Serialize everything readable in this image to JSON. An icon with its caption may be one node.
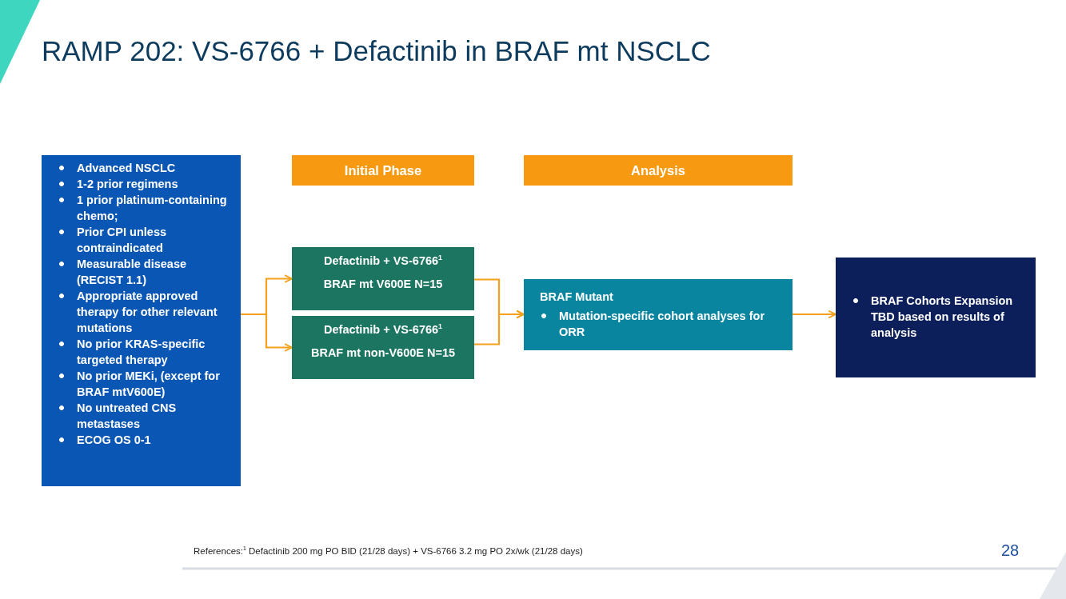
{
  "diagram": {
    "title": "RAMP 202: VS-6766 + Defactinib in BRAF mt NSCLC",
    "nodes": [
      {
        "text": [
          "Advanced NSCLC",
          "1-2 prior regimens",
          "1 prior platinum-containing chemo;",
          "Prior CPI unless contraindicated",
          "Measurable disease (RECIST 1.1)",
          "Appropriate approved therapy for other relevant mutations",
          "No prior KRAS-specific targeted therapy",
          "No prior MEKi, (except for BRAF mtV600E)",
          "No untreated CNS metastases",
          "ECOG OS 0-1"
        ]
      },
      {
        "text": [
          "Initial Phase"
        ]
      },
      {
        "text": [
          "Analysis"
        ]
      },
      {
        "text": [
          "Defactinib + VS-6766$^{1}$",
          "BRAF mt V600E N=15"
        ]
      },
      {
        "text": [
          "Defactinib + VS-6766$^{1}$",
          "BRAF mt non-V600E N=15"
        ]
      },
      {
        "text": [
          "BRAF Mutant",
          "Mutation-specific cohort analyses for ORR"
        ]
      },
      {
        "text": [
          "BRAF Cohorts Expansion TBD based on results of analysis"
        ]
      }
    ],
    "edges": [
      {
        "from": 0,
        "to": 3,
        "arrow": "to"
      },
      {
        "from": 0,
        "to": 4,
        "arrow": "to"
      },
      {
        "from": 3,
        "to": 5,
        "arrow": "to"
      },
      {
        "from": 4,
        "to": 5,
        "arrow": "to"
      },
      {
        "from": 5,
        "to": 6,
        "arrow": "to"
      }
    ],
    "labels": [
      "References:$^{1}$ Defactinib 200 mg PO BID (21/28 days) + VS-6766 3.2 mg PO 2x/wk (21/28 days)",
      "28"
    ]
  }
}
